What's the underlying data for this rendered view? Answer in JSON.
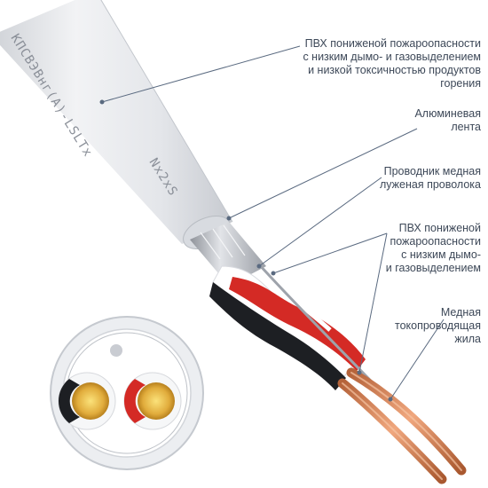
{
  "cable_marking": "КПСВЭВнг(А)-LSLTx",
  "cable_marking_size": "Nx2xS",
  "callouts": [
    {
      "id": "pvc-sheath",
      "lines": [
        "ПВХ пониженой пожароопасности",
        "с низким дымо- и газовыделением",
        "и низкой токсичностью продуктов",
        "горения"
      ]
    },
    {
      "id": "aluminium-tape",
      "lines": [
        "Алюминевая",
        "лента"
      ]
    },
    {
      "id": "drain-wire",
      "lines": [
        "Проводник медная",
        "луженая проволока"
      ]
    },
    {
      "id": "pvc-insulation",
      "lines": [
        "ПВХ пониженой",
        "пожароопасности",
        "с низким дымо-",
        "и газовыделением"
      ]
    },
    {
      "id": "copper-core",
      "lines": [
        "Медная",
        "токопроводящая",
        "жила"
      ]
    }
  ],
  "colors": {
    "sheath": "#e4e6ea",
    "foil": "#b9bcc2",
    "red": "#d42a25",
    "black": "#1d1f23",
    "copper": "#d9875c",
    "gold": "#d7a236",
    "leader": "#5a6a80",
    "text": "#3d4858"
  }
}
